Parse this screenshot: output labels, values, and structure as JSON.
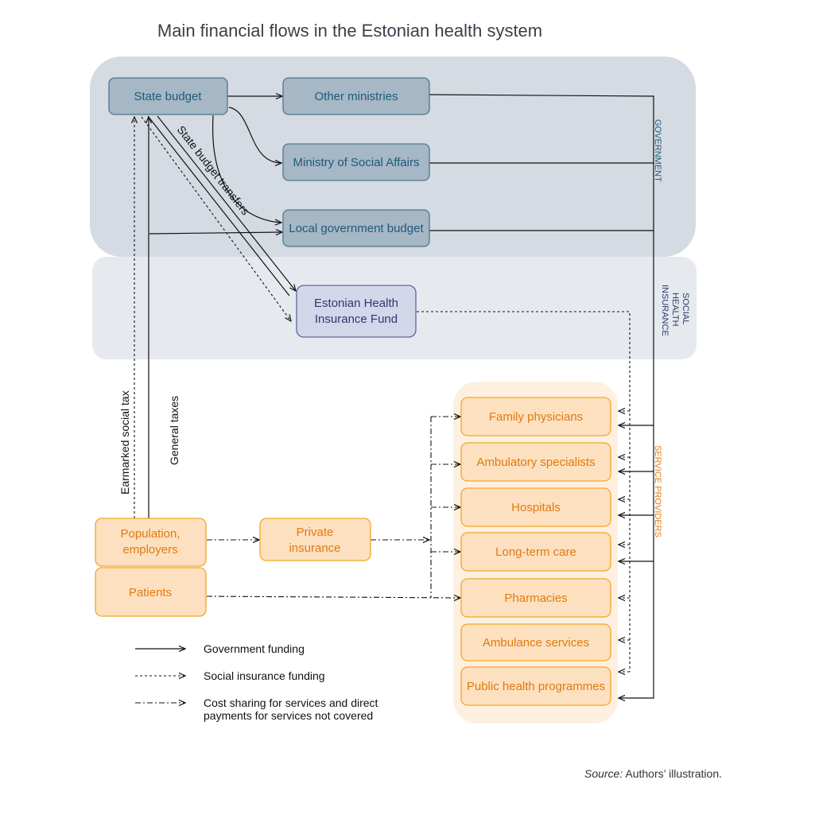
{
  "title": "Main financial flows in the Estonian health system",
  "sections": {
    "government": "GOVERNMENT",
    "social_health_insurance": [
      "SOCIAL",
      "HEALTH",
      "INSURANCE"
    ],
    "service_providers": "SERVICE PROVIDERS"
  },
  "government_nodes": {
    "state_budget": "State budget",
    "other_ministries": "Other ministries",
    "ministry_social_affairs": "Ministry of Social Affairs",
    "local_government_budget": "Local government budget"
  },
  "insurance_fund": [
    "Estonian Health",
    "Insurance Fund"
  ],
  "payers": {
    "population": [
      "Population,",
      "employers"
    ],
    "private_insurance": [
      "Private",
      "insurance"
    ],
    "patients": "Patients"
  },
  "providers": [
    "Family physicians",
    "Ambulatory specialists",
    "Hospitals",
    "Long-term  care",
    "Pharmacies",
    "Ambulance services",
    "Public health programmes"
  ],
  "flow_labels": {
    "earmarked_social_tax": "Earmarked social tax",
    "general_taxes": "General taxes",
    "state_budget_transfers": "State budget transfers"
  },
  "legend": {
    "government_funding": "Government funding",
    "social_insurance_funding": "Social insurance funding",
    "cost_sharing": [
      "Cost sharing for services and direct",
      "payments for services not covered"
    ]
  },
  "source": {
    "label": "Source:",
    "text": " Authors’ illustration."
  },
  "colors": {
    "government_band": "#d5dbe2",
    "government_box": "#a6b7c5",
    "insurance_band": "#e6e9ee",
    "insurance_box": "#d4d6ea",
    "provider_band": "#fdf0e0",
    "provider_box": "#fde0bf",
    "orange": "#f5a623"
  }
}
